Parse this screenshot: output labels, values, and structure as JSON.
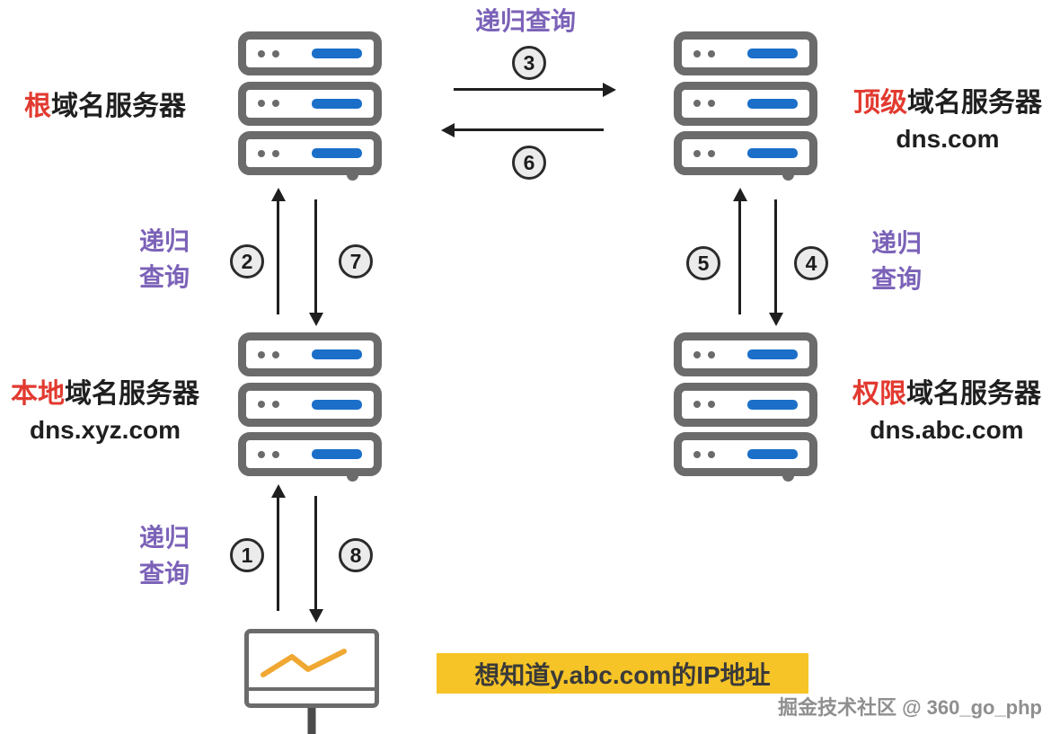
{
  "colors": {
    "red": "#e23a30",
    "purple": "#7b62b8",
    "gray": "#6b6b6b",
    "blue": "#1b6fc8",
    "yellow": "#f6c426",
    "ink": "#1f1f1f",
    "watermark": "#8f8f8f",
    "chart_line": "#f0a832"
  },
  "nodes": {
    "root": {
      "name_highlight": "根",
      "name_rest": "域名服务器"
    },
    "tld": {
      "name_highlight": "顶级",
      "name_rest": "域名服务器",
      "subtitle": "dns.com"
    },
    "local": {
      "name_highlight": "本地",
      "name_rest": "域名服务器",
      "subtitle": "dns.xyz.com"
    },
    "auth": {
      "name_highlight": "权限",
      "name_rest": "域名服务器",
      "subtitle": "dns.abc.com"
    },
    "client": {
      "query_text": "想知道y.abc.com的IP地址"
    }
  },
  "labels": {
    "recursive_query": "递归查询",
    "recursive_line1": "递归",
    "recursive_line2": "查询"
  },
  "steps": {
    "s1": "1",
    "s2": "2",
    "s3": "3",
    "s4": "4",
    "s5": "5",
    "s6": "6",
    "s7": "7",
    "s8": "8"
  },
  "watermark": "掘金技术社区 @ 360_go_php",
  "icons": {
    "server": "server-rack-icon",
    "client": "monitor-with-line-chart-icon"
  }
}
